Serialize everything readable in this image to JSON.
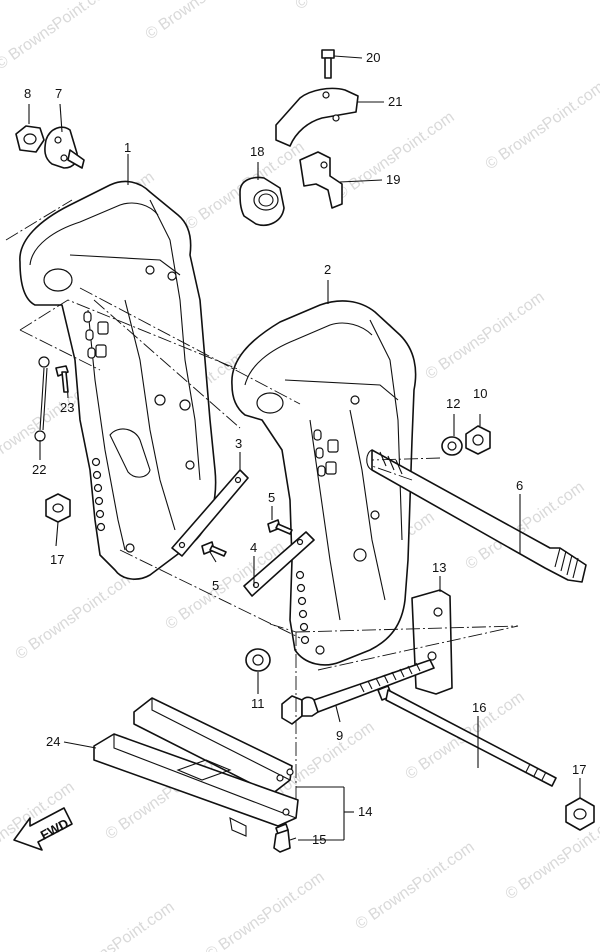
{
  "watermark": "© BrownsPoint.com",
  "fwd_label": "FWD",
  "callouts": [
    {
      "id": "c8",
      "number": "8",
      "part": "nut"
    },
    {
      "id": "c7",
      "number": "7",
      "part": "plate"
    },
    {
      "id": "c1",
      "number": "1",
      "part": "clamp-bracket-port"
    },
    {
      "id": "c20",
      "number": "20",
      "part": "bolt"
    },
    {
      "id": "c21",
      "number": "21",
      "part": "cover"
    },
    {
      "id": "c18",
      "number": "18",
      "part": "bushing"
    },
    {
      "id": "c19",
      "number": "19",
      "part": "bracket"
    },
    {
      "id": "c2",
      "number": "2",
      "part": "clamp-bracket-starboard"
    },
    {
      "id": "c23",
      "number": "23",
      "part": "screw"
    },
    {
      "id": "c22",
      "number": "22",
      "part": "wire"
    },
    {
      "id": "c12",
      "number": "12",
      "part": "washer"
    },
    {
      "id": "c10",
      "number": "10",
      "part": "nut"
    },
    {
      "id": "c3",
      "number": "3",
      "part": "plate"
    },
    {
      "id": "c6",
      "number": "6",
      "part": "through-tube"
    },
    {
      "id": "c5a",
      "number": "5",
      "part": "screw"
    },
    {
      "id": "c4",
      "number": "4",
      "part": "plate"
    },
    {
      "id": "c5b",
      "number": "5",
      "part": "screw"
    },
    {
      "id": "c17a",
      "number": "17",
      "part": "nut"
    },
    {
      "id": "c13",
      "number": "13",
      "part": "plate"
    },
    {
      "id": "c11",
      "number": "11",
      "part": "washer"
    },
    {
      "id": "c9",
      "number": "9",
      "part": "bolt"
    },
    {
      "id": "c16",
      "number": "16",
      "part": "bolt"
    },
    {
      "id": "c24",
      "number": "24",
      "part": "pad"
    },
    {
      "id": "c17b",
      "number": "17",
      "part": "nut"
    },
    {
      "id": "c14",
      "number": "14",
      "part": "pad"
    },
    {
      "id": "c15",
      "number": "15",
      "part": "screw"
    }
  ]
}
